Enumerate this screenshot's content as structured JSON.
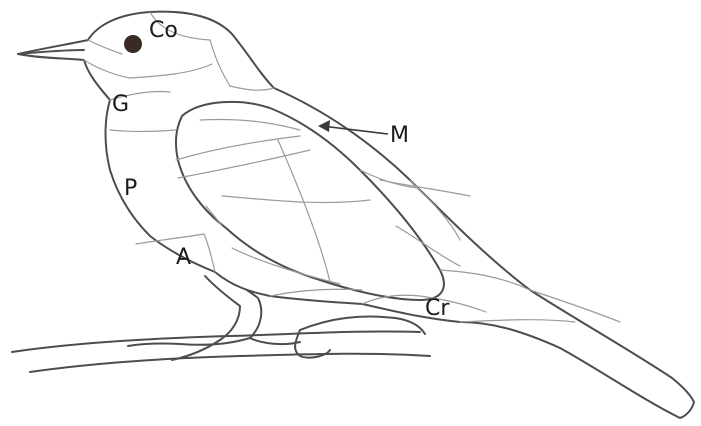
{
  "labels": {
    "crown": "Co",
    "throat": "G",
    "breast": "P",
    "belly": "A",
    "back": "M",
    "tail_coverts": "Cr"
  },
  "colors": {
    "outline": "#4d4d4d",
    "inner_lines": "#9a9a9a",
    "eye": "#3a2a25",
    "text": "#1a1a1a"
  }
}
